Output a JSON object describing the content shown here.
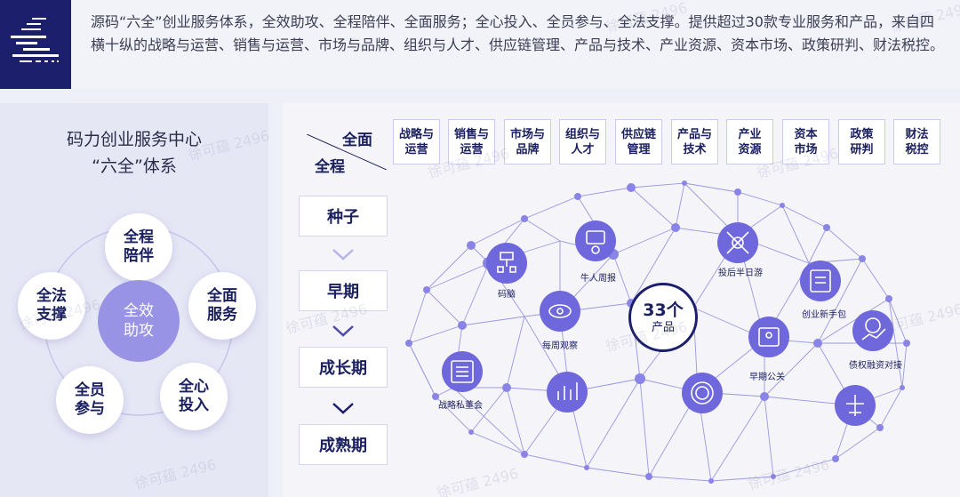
{
  "intro_text": "源码“六全”创业服务体系，全效助攻、全程陪伴、全面服务；全心投入、全员参与、全法支撑。提供超过30款专业服务和产品，来自四横十纵的战略与运营、销售与运营、市场与品牌、组织与人才、供应链管理、产品与技术、产业资源、资本市场、政策研判、财法税控。",
  "left": {
    "title": "码力创业服务中心",
    "subtitle": "“六全”体系",
    "center": "全效\n助攻",
    "bubbles": [
      "全程\n陪伴",
      "全面\n服务",
      "全心\n投入",
      "全员\n参与",
      "全法\n支撑"
    ]
  },
  "right": {
    "header_top": "全面",
    "header_left": "全程",
    "columns": [
      "战略与\n运营",
      "销售与\n运营",
      "市场与\n品牌",
      "组织与\n人才",
      "供应链\n管理",
      "产品与\n技术",
      "产业\n资源",
      "资本\n市场",
      "政策\n研判",
      "财法\n税控"
    ],
    "stages": [
      "种子",
      "早期",
      "成长期",
      "成熟期"
    ],
    "center_count": "33个",
    "center_unit": "产品",
    "products": [
      "码脑",
      "牛人周报",
      "每周观察",
      "战略私董会",
      "投后半日游",
      "创业新手包",
      "早期公关",
      "债权融资对接"
    ]
  },
  "watermark": "徐可蕴 2496",
  "colors": {
    "navy": "#1c1f6b",
    "accent": "#9993e6",
    "node": "#8a84e6",
    "line": "#7c79d6"
  }
}
